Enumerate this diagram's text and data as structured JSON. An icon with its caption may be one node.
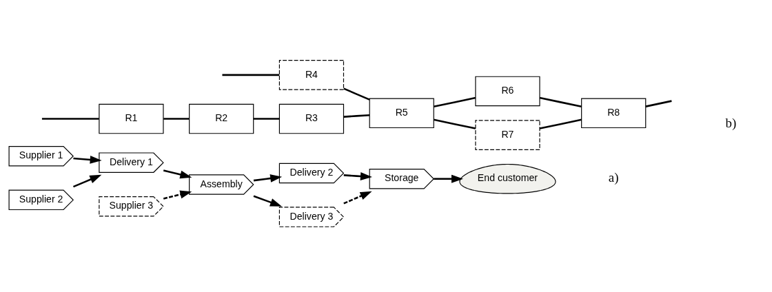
{
  "diagram": {
    "nodes": [
      {
        "text": [
          "Supplier 1"
        ]
      },
      {
        "text": [
          "Supplier 2"
        ]
      },
      {
        "text": [
          "Delivery 1"
        ]
      },
      {
        "text": [
          "Supplier 3"
        ]
      },
      {
        "text": [
          "Assembly"
        ]
      },
      {
        "text": [
          "Delivery 2"
        ]
      },
      {
        "text": [
          "Delivery 3"
        ]
      },
      {
        "text": [
          "Storage"
        ]
      },
      {
        "text": [
          "End customer"
        ]
      },
      {
        "text": [
          "R1"
        ]
      },
      {
        "text": [
          "R2"
        ]
      },
      {
        "text": [
          "R3"
        ]
      },
      {
        "text": [
          "R4"
        ]
      },
      {
        "text": [
          "R5"
        ]
      },
      {
        "text": [
          "R6"
        ]
      },
      {
        "text": [
          "R7"
        ]
      },
      {
        "text": [
          "R8"
        ]
      }
    ],
    "edges": [
      {
        "from": 0,
        "to": 2,
        "arrow": "to"
      },
      {
        "from": 1,
        "to": 2,
        "arrow": "to"
      },
      {
        "from": 2,
        "to": 4,
        "arrow": "to"
      },
      {
        "from": 3,
        "to": 4,
        "arrow": "to",
        "style": "dashed"
      },
      {
        "from": 4,
        "to": 5,
        "arrow": "to"
      },
      {
        "from": 4,
        "to": 6,
        "arrow": "to"
      },
      {
        "from": 5,
        "to": 7,
        "arrow": "to"
      },
      {
        "from": 6,
        "to": 7,
        "arrow": "to",
        "style": "dashed"
      },
      {
        "from": 7,
        "to": 8,
        "arrow": "to"
      },
      {
        "from": null,
        "to": 9,
        "arrow": "none"
      },
      {
        "from": null,
        "to": 12,
        "arrow": "none"
      },
      {
        "from": 9,
        "to": 10,
        "arrow": "none"
      },
      {
        "from": 10,
        "to": 11,
        "arrow": "none"
      },
      {
        "from": 11,
        "to": 13,
        "arrow": "none"
      },
      {
        "from": 12,
        "to": 13,
        "arrow": "none"
      },
      {
        "from": 13,
        "to": 14,
        "arrow": "none"
      },
      {
        "from": 13,
        "to": 15,
        "arrow": "none"
      },
      {
        "from": 14,
        "to": 16,
        "arrow": "none"
      },
      {
        "from": 15,
        "to": 16,
        "arrow": "none"
      },
      {
        "from": 16,
        "to": null,
        "arrow": "none"
      }
    ],
    "labels": [
      "a)",
      "b)"
    ]
  }
}
